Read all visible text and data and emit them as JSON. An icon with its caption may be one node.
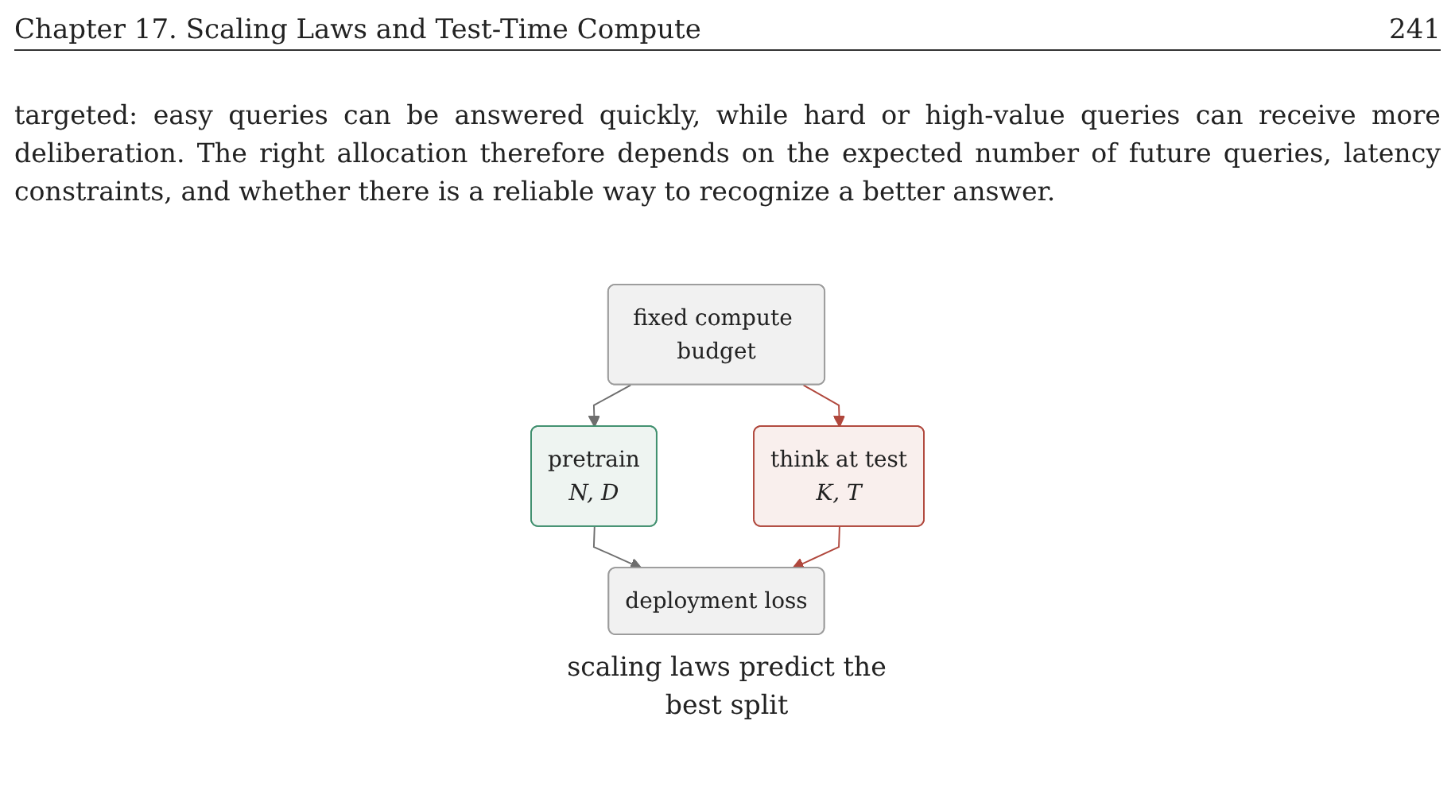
{
  "diagram": {
    "caption": "scaling laws predict the best split",
    "nodes": [
      {
        "text": [
          "fixed compute budget"
        ]
      },
      {
        "text": [
          "pretrain",
          "N, D"
        ]
      },
      {
        "text": [
          "think at test",
          "K, T"
        ]
      },
      {
        "text": [
          "deployment loss"
        ]
      }
    ],
    "edges": [
      {
        "from": 0,
        "to": 1,
        "arrow": "to"
      },
      {
        "from": 0,
        "to": 2,
        "arrow": "to",
        "color": "#b0473c"
      },
      {
        "from": 1,
        "to": 3,
        "arrow": "to"
      },
      {
        "from": 2,
        "to": 3,
        "arrow": "to",
        "color": "#b0473c"
      }
    ],
    "labels": [
      "Chapter 17. Scaling Laws and Test-Time Compute",
      "241",
      "targeted: easy queries can be answered quickly, while hard or high-value queries can receive more deliberation. The right allocation therefore depends on the expected number of future queries, latency constraints, and whether there is a reliable way to recognize a better answer."
    ]
  }
}
